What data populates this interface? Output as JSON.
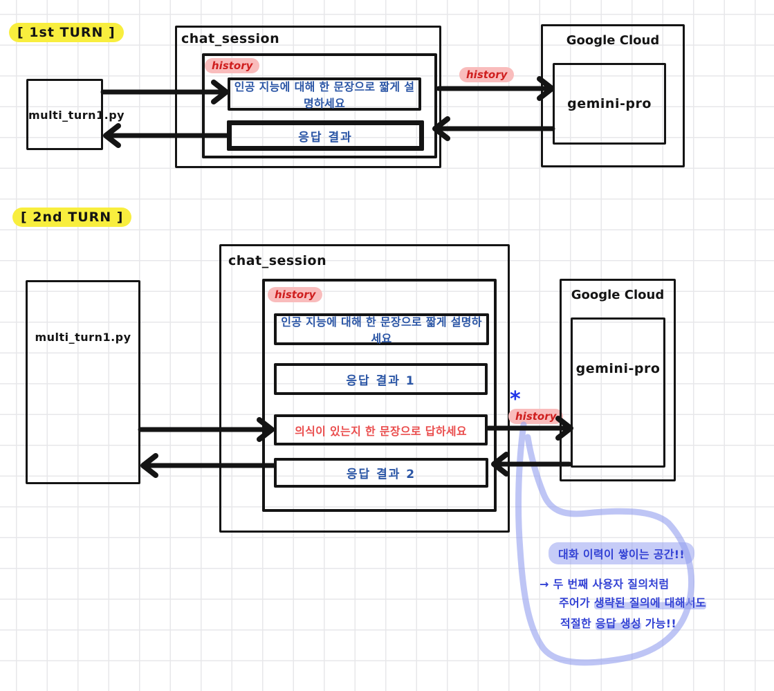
{
  "turn1": {
    "label": "[ 1st TURN ]",
    "client": "multi_turn1.py",
    "chat_session_title": "chat_session",
    "history_label": "history",
    "prompt": "인공 지능에 대해 한 문장으로 짧게 설명하세요",
    "response": "응답 결과",
    "arrow_history_label": "history",
    "cloud_title": "Google Cloud",
    "model": "gemini-pro"
  },
  "turn2": {
    "label": "[ 2nd TURN ]",
    "client": "multi_turn1.py",
    "chat_session_title": "chat_session",
    "history_label": "history",
    "prompt1": "인공 지능에 대해 한 문장으로 짧게 설명하세요",
    "response1": "응답 결과 1",
    "prompt2": "의식이 있는지 한 문장으로  답하세요",
    "response2": "응답 결과 2",
    "asterisk": "*",
    "arrow_history_label": "history",
    "cloud_title": "Google Cloud",
    "model": "gemini-pro"
  },
  "annotation": {
    "line1": "대화 이력이 쌓이는 공간!!",
    "line2": "→ 두 번째 사용자 질의처럼",
    "line3_pre": "주어가  ",
    "line3_hl": "생략된 질의에 대해서도",
    "line4_pre": "적절한  ",
    "line4_hl": "응답 생성",
    "line4_post": " 가능!!"
  },
  "colors": {
    "ink": "#141414",
    "blue_text": "#2a55a5",
    "red_text": "#ea4d4d",
    "history_red": "#cf1f1f",
    "history_pill_bg": "#f9bcbc",
    "yellow_highlight": "#f8ee3e",
    "annotation_blue": "#3241d4",
    "annotation_highlight": "#97a3f0",
    "lasso_blue": "#929eee"
  }
}
